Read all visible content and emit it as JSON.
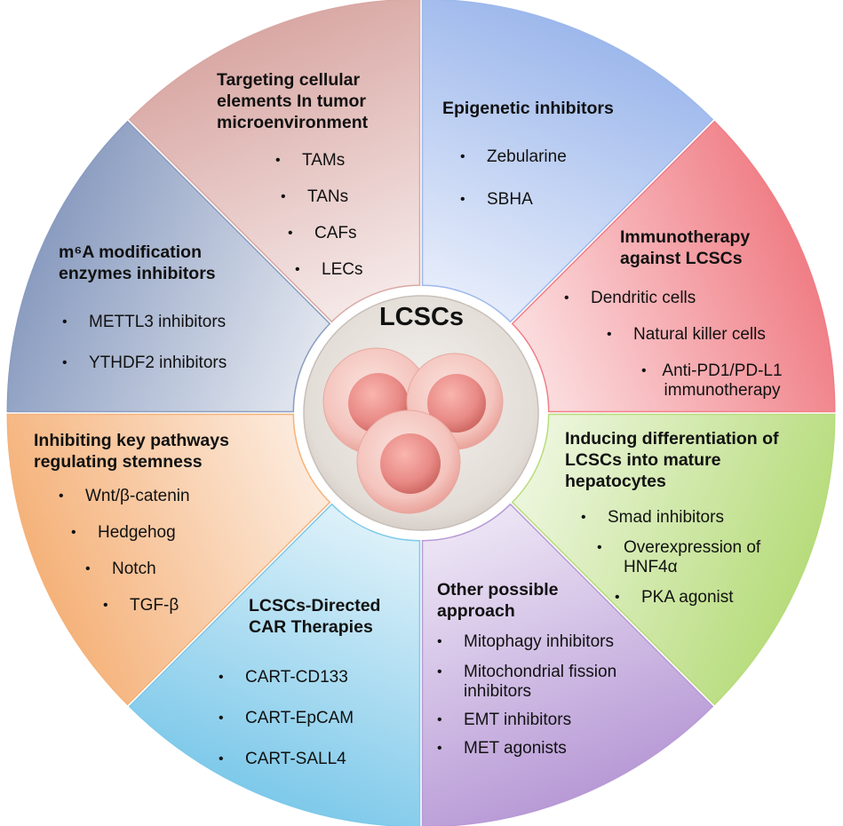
{
  "diagram": {
    "center": {
      "label": "LCSCs"
    },
    "segments": [
      {
        "id": "tumor-microenvironment",
        "title": "Targeting cellular elements In tumor microenvironment",
        "items": [
          "TAMs",
          "TANs",
          "CAFs",
          "LECs"
        ]
      },
      {
        "id": "epigenetic",
        "title": "Epigenetic inhibitors",
        "items": [
          "Zebularine",
          "SBHA"
        ]
      },
      {
        "id": "immunotherapy",
        "title": "Immunotherapy against LCSCs",
        "items": [
          "Dendritic cells",
          "Natural killer cells",
          "Anti-PD1/PD-L1 immunotherapy"
        ]
      },
      {
        "id": "differentiation",
        "title": "Inducing differentiation of LCSCs into mature hepatocytes",
        "items": [
          "Smad inhibitors",
          "Overexpression of HNF4α",
          "PKA agonist"
        ]
      },
      {
        "id": "other",
        "title": "Other possible approach",
        "items": [
          "Mitophagy inhibitors",
          "Mitochondrial fission inhibitors",
          "EMT inhibitors",
          "MET agonists"
        ]
      },
      {
        "id": "car",
        "title": "LCSCs-Directed CAR Therapies",
        "items": [
          "CART-CD133",
          "CART-EpCAM",
          "CART-SALL4"
        ]
      },
      {
        "id": "stemness",
        "title": "Inhibiting key pathways regulating stemness",
        "items": [
          "Wnt/β-catenin",
          "Hedgehog",
          "Notch",
          "TGF-β"
        ]
      },
      {
        "id": "m6a",
        "title": "m⁶A modification enzymes inhibitors",
        "items": [
          "METTL3 inhibitors",
          "YTHDF2 inhibitors"
        ]
      }
    ],
    "colors": {
      "tumor-microenvironment": "#d9a8a4",
      "epigenetic": "#9db8ec",
      "immunotherapy": "#f07e86",
      "differentiation": "#b7dc7c",
      "other": "#b89ad6",
      "car": "#7ec9ea",
      "stemness": "#f5b27a",
      "m6a": "#8a9cc0",
      "cell": "#e98a86"
    }
  }
}
